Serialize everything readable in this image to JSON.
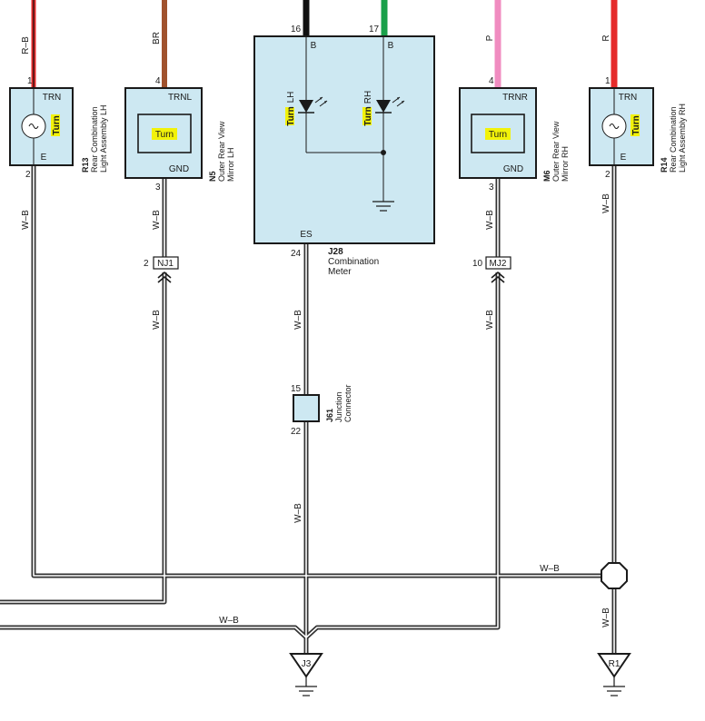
{
  "colors": {
    "component_fill": "#cde8f2",
    "red": "#e52a2a",
    "brown": "#a0522d",
    "black": "#111111",
    "green": "#1aa04a",
    "pink": "#f08cc0",
    "highlight": "#f2f20a"
  },
  "wires": {
    "r13_in": "R–B",
    "n5_in": "BR",
    "m6_in": "P",
    "r14_in": "R",
    "wb": "W–B"
  },
  "r13": {
    "id": "R13",
    "name_line1": "Rear Combination",
    "name_line2": "Light Assembly LH",
    "pin_top": "1",
    "pin_bottom": "2",
    "term_top": "TRN",
    "term_bottom": "E",
    "func": "Turn"
  },
  "n5": {
    "id": "N5",
    "name_line1": "Outer Rear View",
    "name_line2": "Mirror LH",
    "pin_top": "4",
    "pin_bottom": "3",
    "term_top": "TRNL",
    "term_bottom": "GND",
    "func": "Turn"
  },
  "j28": {
    "id": "J28",
    "name_line1": "Combination",
    "name_line2": "Meter",
    "pin_a": "16",
    "pin_b": "17",
    "term_a": "B",
    "term_b": "B",
    "term_es": "ES",
    "pin_es": "24",
    "led_lh_turn": "Turn",
    "led_lh_side": "LH",
    "led_rh_turn": "Turn",
    "led_rh_side": "RH"
  },
  "m6": {
    "id": "M6",
    "name_line1": "Outer Rear View",
    "name_line2": "Mirror RH",
    "pin_top": "4",
    "pin_bottom": "3",
    "term_top": "TRNR",
    "term_bottom": "GND",
    "func": "Turn"
  },
  "r14": {
    "id": "R14",
    "name_line1": "Rear Combination",
    "name_line2": "Light Assembly RH",
    "pin_top": "1",
    "pin_bottom": "2",
    "term_top": "TRN",
    "term_bottom": "E",
    "func": "Turn"
  },
  "nj1": {
    "label": "NJ1",
    "pin": "2"
  },
  "mj2": {
    "label": "MJ2",
    "pin": "10"
  },
  "j61": {
    "id": "J61",
    "name_line1": "Junction",
    "name_line2": "Connector",
    "pin_top": "15",
    "pin_bottom": "22"
  },
  "grounds": {
    "j3": "J3",
    "r1": "R1"
  }
}
